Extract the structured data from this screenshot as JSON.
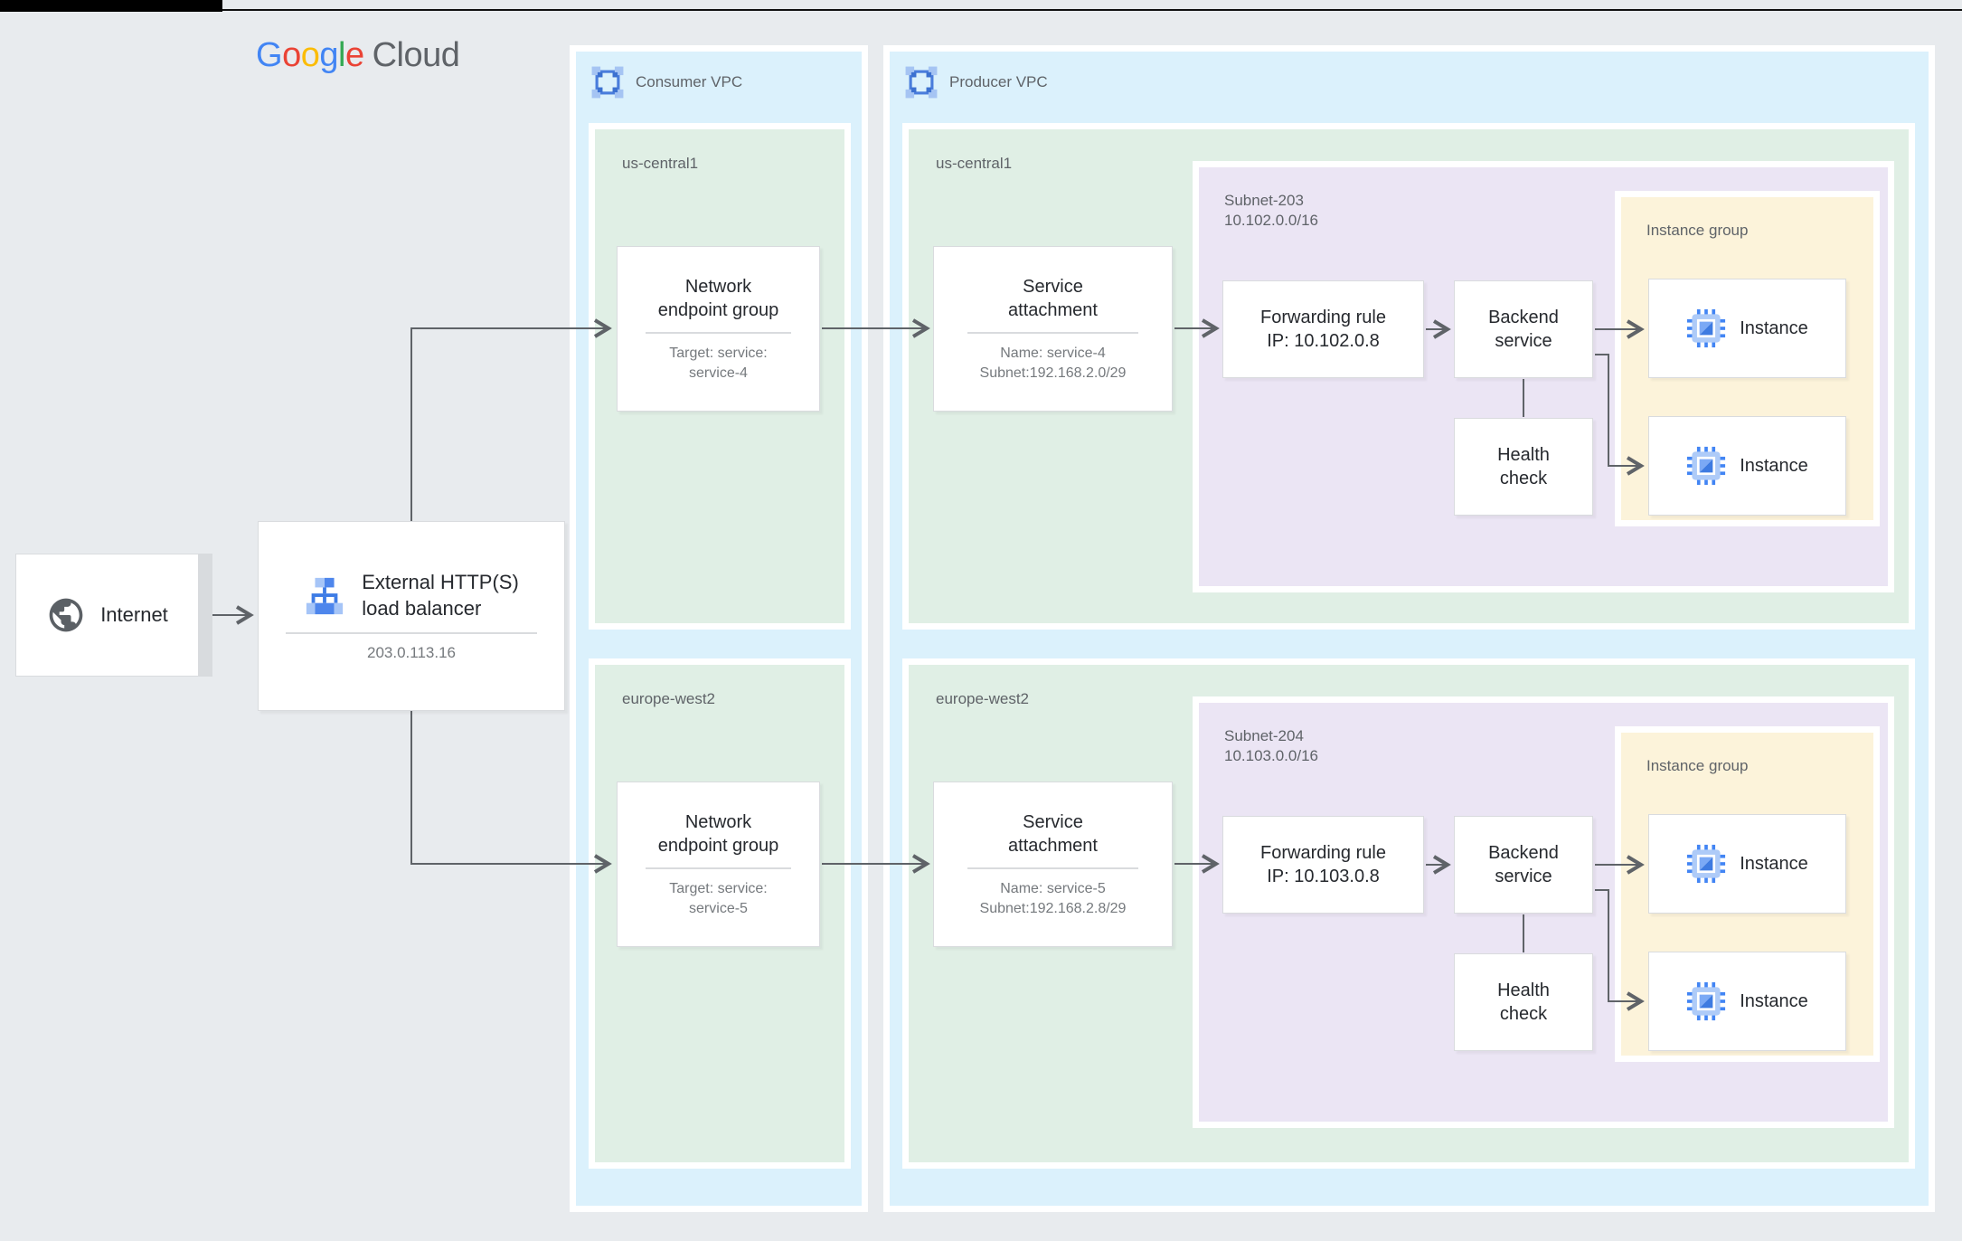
{
  "logo": {
    "letters": [
      "G",
      "o",
      "o",
      "g",
      "l",
      "e"
    ],
    "cloud": "Cloud"
  },
  "internet": {
    "label": "Internet"
  },
  "load_balancer": {
    "title_line1": "External HTTP(S)",
    "title_line2": "load balancer",
    "ip": "203.0.113.16"
  },
  "consumer_vpc": {
    "label": "Consumer VPC",
    "regions": [
      {
        "label": "us-central1",
        "neg": {
          "title_line1": "Network",
          "title_line2": "endpoint group",
          "target_line1": "Target: service:",
          "target_line2": "service-4"
        }
      },
      {
        "label": "europe-west2",
        "neg": {
          "title_line1": "Network",
          "title_line2": "endpoint group",
          "target_line1": "Target: service:",
          "target_line2": "service-5"
        }
      }
    ]
  },
  "producer_vpc": {
    "label": "Producer VPC",
    "regions": [
      {
        "label": "us-central1",
        "service_attachment": {
          "title_line1": "Service",
          "title_line2": "attachment",
          "detail_line1": "Name: service-4",
          "detail_line2": "Subnet:192.168.2.0/29"
        },
        "subnet": {
          "name": "Subnet-203",
          "cidr": "10.102.0.0/16"
        },
        "forwarding_rule": {
          "line1": "Forwarding rule",
          "line2": "IP: 10.102.0.8"
        },
        "backend_service": {
          "line1": "Backend",
          "line2": "service"
        },
        "health_check": {
          "line1": "Health",
          "line2": "check"
        },
        "instance_group": {
          "label": "Instance group",
          "instances": [
            {
              "label": "Instance"
            },
            {
              "label": "Instance"
            }
          ]
        }
      },
      {
        "label": "europe-west2",
        "service_attachment": {
          "title_line1": "Service",
          "title_line2": "attachment",
          "detail_line1": "Name: service-5",
          "detail_line2": "Subnet:192.168.2.8/29"
        },
        "subnet": {
          "name": "Subnet-204",
          "cidr": "10.103.0.0/16"
        },
        "forwarding_rule": {
          "line1": "Forwarding rule",
          "line2": "IP: 10.103.0.8"
        },
        "backend_service": {
          "line1": "Backend",
          "line2": "service"
        },
        "health_check": {
          "line1": "Health",
          "line2": "check"
        },
        "instance_group": {
          "label": "Instance group",
          "instances": [
            {
              "label": "Instance"
            },
            {
              "label": "Instance"
            }
          ]
        }
      }
    ]
  },
  "colors": {
    "vpc_fill": "#DBF1FC",
    "region_fill": "#E0EFE5",
    "subnet_fill": "#EBE5F4",
    "instance_group_fill": "#FCF3DA",
    "arrow": "#5F6368",
    "text_gray": "#5F6368",
    "google_blue": "#4285F4",
    "google_red": "#EA4335",
    "google_yellow": "#FBBC05",
    "google_green": "#34A853"
  }
}
